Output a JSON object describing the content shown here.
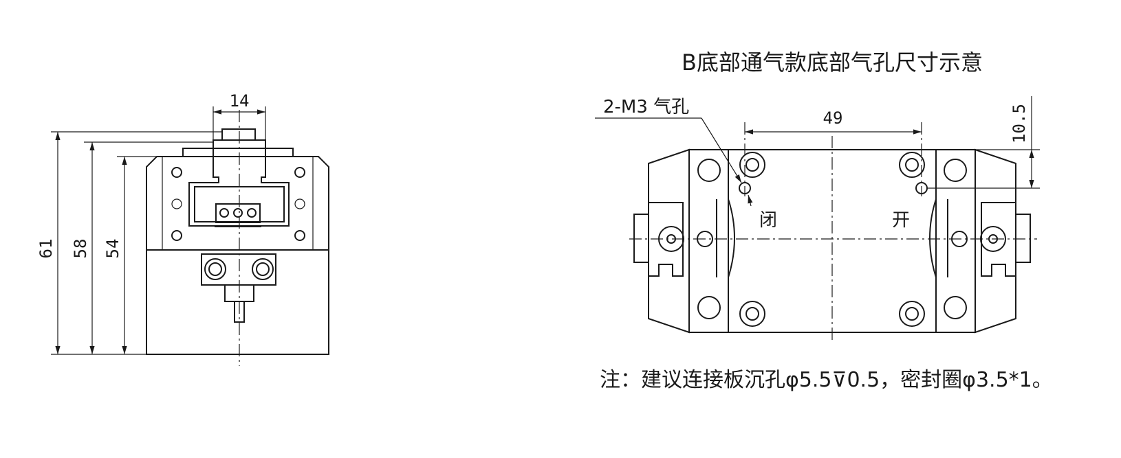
{
  "drawing": {
    "left_view": {
      "dim_width": "14",
      "dim_height_total": "61",
      "dim_height_mid": "58",
      "dim_height_body": "54"
    },
    "right_view": {
      "title": "B底部通气款底部气孔尺寸示意",
      "hole_callout": "2-M3 气孔",
      "dim_spacing": "49",
      "dim_offset": "10.5",
      "label_closed": "闭",
      "label_open": "开",
      "note": "注：建议连接板沉孔φ5.5⊽0.5，密封圈φ3.5*1。"
    }
  }
}
